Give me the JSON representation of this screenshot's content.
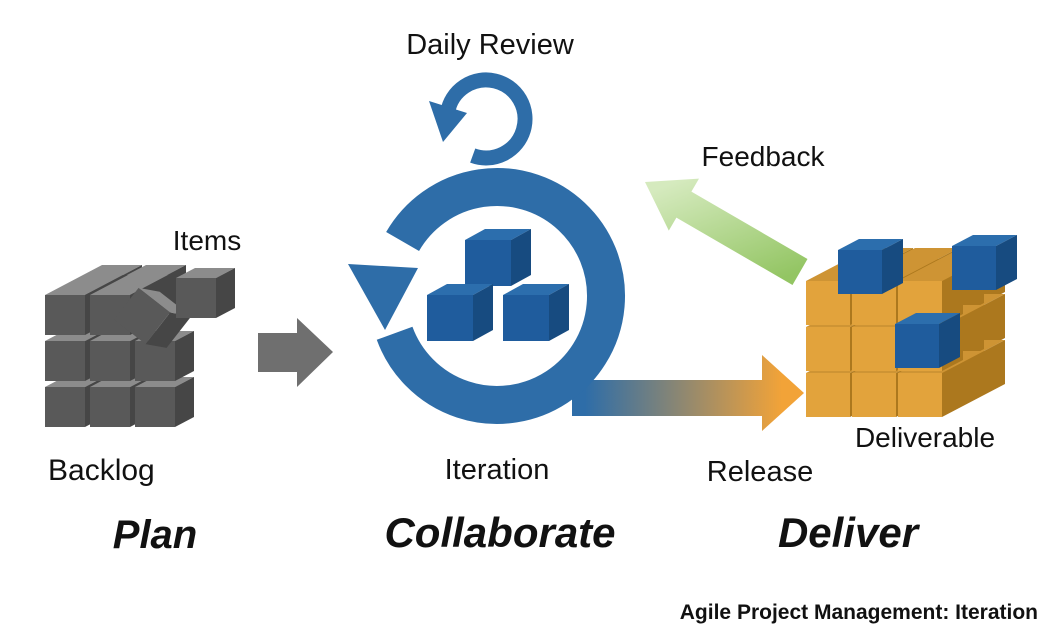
{
  "caption": "Agile Project Management: Iteration",
  "stages": [
    {
      "title": "Plan",
      "artifact": "Backlog"
    },
    {
      "title": "Collaborate",
      "artifact": "Iteration"
    },
    {
      "title": "Deliver",
      "artifact": "Release"
    }
  ],
  "annotations": {
    "daily_review": "Daily Review",
    "items": "Items",
    "feedback": "Feedback",
    "deliverable": "Deliverable"
  },
  "palette": {
    "loop_blue": "#2E6DA8",
    "plan_arrow_gray": "#6F6F6F",
    "release_gradient": [
      "#2E6DA8",
      "#F2A338"
    ],
    "feedback_gradient": [
      "#D5EABE",
      "#93C563"
    ],
    "cubes": {
      "gray": {
        "top": "#8C8C8C",
        "front": "#595959",
        "side": "#464646"
      },
      "orange": {
        "top": "#CE9434",
        "front": "#E2A33C",
        "side": "#AC781E"
      },
      "blue": {
        "top": "#2C6EAD",
        "front": "#1F5C9D",
        "side": "#174B80"
      }
    }
  }
}
